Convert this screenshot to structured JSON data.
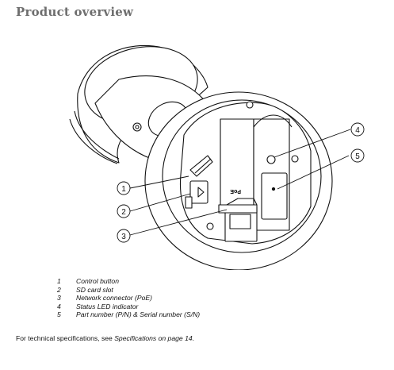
{
  "heading": "Product overview",
  "callouts": [
    "1",
    "2",
    "3",
    "4",
    "5"
  ],
  "port_label": "PoE",
  "legend": [
    {
      "num": "1",
      "text": "Control button"
    },
    {
      "num": "2",
      "text": "SD card slot"
    },
    {
      "num": "3",
      "text": "Network connector (PoE)"
    },
    {
      "num": "4",
      "text": "Status LED indicator"
    },
    {
      "num": "5",
      "text": "Part number (P/N) & Serial number (S/N)"
    }
  ],
  "note": {
    "prefix": "For technical specifications, see ",
    "link": "Specifications on page 14",
    "suffix": "."
  }
}
